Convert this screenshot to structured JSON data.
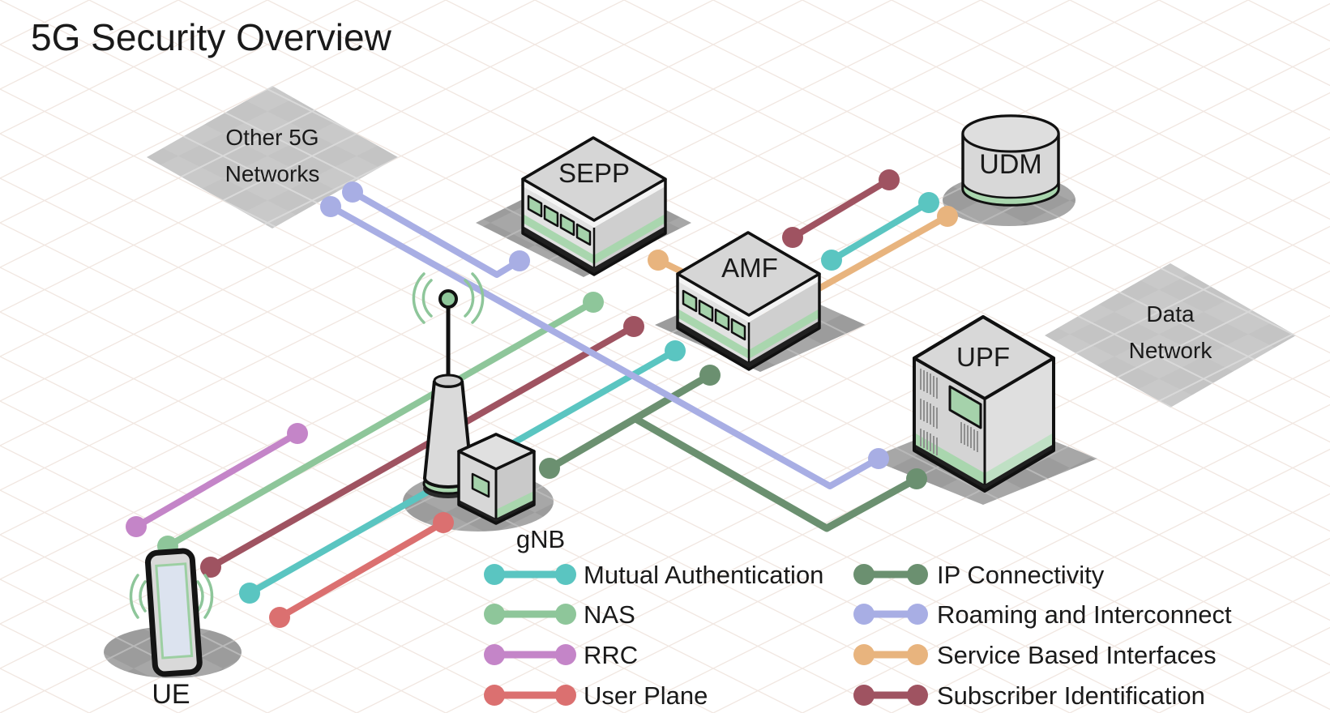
{
  "diagram": {
    "title": "5G Security Overview",
    "title_color": "#92c8a1"
  },
  "nodes": {
    "other_5g_networks": {
      "line1": "Other 5G",
      "line2": "Networks"
    },
    "data_network": {
      "line1": "Data",
      "line2": "Network"
    },
    "sepp": {
      "label": "SEPP"
    },
    "amf": {
      "label": "AMF"
    },
    "udm": {
      "label": "UDM"
    },
    "upf": {
      "label": "UPF"
    },
    "gnb": {
      "label": "gNB"
    },
    "ue": {
      "label": "UE"
    }
  },
  "legend": {
    "columns": [
      {
        "items": [
          {
            "label": "Mutual Authentication",
            "color": "#5ac5c1"
          },
          {
            "label": "NAS",
            "color": "#8ec69a"
          },
          {
            "label": "RRC",
            "color": "#c485c8"
          },
          {
            "label": "User Plane",
            "color": "#db7070"
          }
        ]
      },
      {
        "items": [
          {
            "label": "IP Connectivity",
            "color": "#6b9070"
          },
          {
            "label": "Roaming and Interconnect",
            "color": "#a8aee4"
          },
          {
            "label": "Service Based Interfaces",
            "color": "#e8b47e"
          },
          {
            "label": "Subscriber Identification",
            "color": "#9f5361"
          }
        ]
      }
    ]
  },
  "connections": [
    {
      "legend": "RRC",
      "from": "UE",
      "to": "gNB"
    },
    {
      "legend": "User Plane",
      "from": "UE",
      "to": "gNB"
    },
    {
      "legend": "NAS",
      "from": "UE",
      "to": "AMF"
    },
    {
      "legend": "Mutual Authentication",
      "from": "UE",
      "to": "AMF"
    },
    {
      "legend": "Mutual Authentication",
      "from": "AMF",
      "to": "UDM"
    },
    {
      "legend": "Subscriber Identification",
      "from": "UE",
      "to": "AMF"
    },
    {
      "legend": "Subscriber Identification",
      "from": "AMF",
      "to": "UDM"
    },
    {
      "legend": "IP Connectivity",
      "from": "gNB",
      "to": "AMF"
    },
    {
      "legend": "IP Connectivity",
      "from": "gNB",
      "to": "UPF"
    },
    {
      "legend": "Service Based Interfaces",
      "from": "SEPP",
      "to": "UDM"
    },
    {
      "legend": "Roaming and Interconnect",
      "from": "Other 5G Networks",
      "to": "SEPP"
    },
    {
      "legend": "Roaming and Interconnect",
      "from": "Other 5G Networks",
      "to": "UPF"
    }
  ]
}
